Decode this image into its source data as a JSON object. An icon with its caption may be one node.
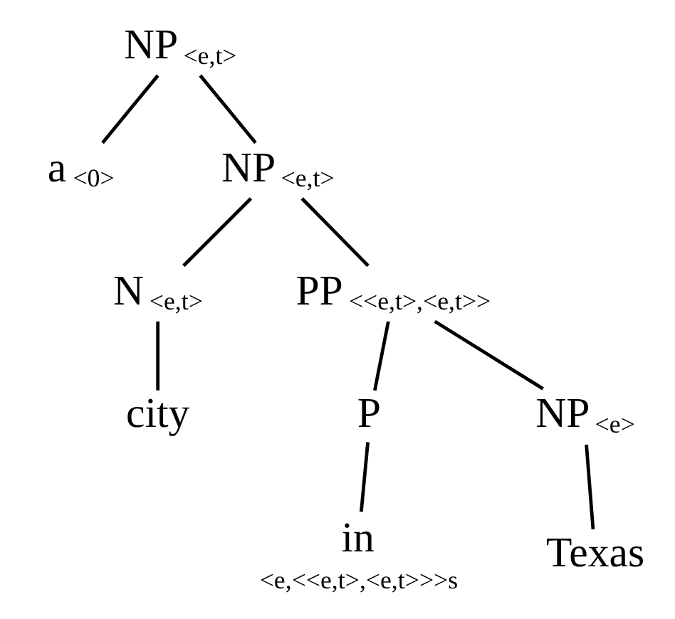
{
  "diagram": {
    "nodes": [
      {
        "text": [
          "NP"
        ],
        "beside": [
          "<e,t>"
        ]
      },
      {
        "text": [
          "a"
        ],
        "beside": [
          "<0>"
        ]
      },
      {
        "text": [
          "NP"
        ],
        "beside": [
          "<e,t>"
        ]
      },
      {
        "text": [
          "N"
        ],
        "beside": [
          "<e,t>"
        ]
      },
      {
        "text": [
          "city"
        ]
      },
      {
        "text": [
          "PP"
        ],
        "beside": [
          "<<e,t>,<e,t>>"
        ]
      },
      {
        "text": [
          "P"
        ]
      },
      {
        "text": [
          "in"
        ],
        "beside": [
          "<e,<<e,t>,<e,t>>>s"
        ]
      },
      {
        "text": [
          "NP"
        ],
        "beside": [
          "<e>"
        ]
      },
      {
        "text": [
          "Texas"
        ]
      }
    ],
    "edges": [
      {
        "from": 0,
        "to": 1,
        "arrow": "none"
      },
      {
        "from": 0,
        "to": 2,
        "arrow": "none"
      },
      {
        "from": 2,
        "to": 3,
        "arrow": "none"
      },
      {
        "from": 2,
        "to": 5,
        "arrow": "none"
      },
      {
        "from": 3,
        "to": 4,
        "arrow": "none"
      },
      {
        "from": 5,
        "to": 6,
        "arrow": "none"
      },
      {
        "from": 5,
        "to": 8,
        "arrow": "none"
      },
      {
        "from": 6,
        "to": 7,
        "arrow": "none"
      },
      {
        "from": 8,
        "to": 9,
        "arrow": "none"
      }
    ]
  }
}
